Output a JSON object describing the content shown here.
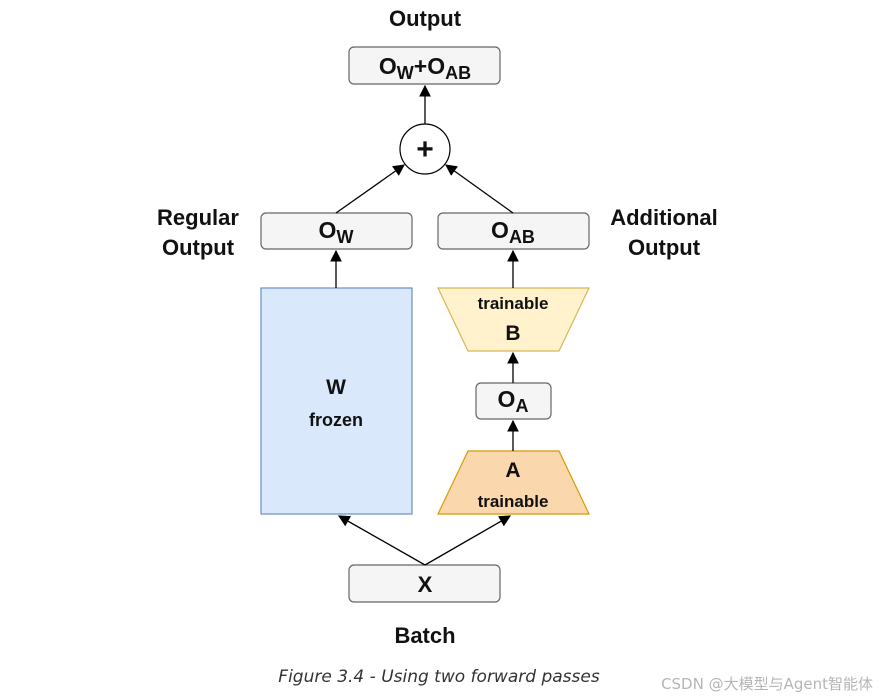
{
  "top_label": "Output",
  "bottom_label": "Batch",
  "caption": "Figure 3.4 - Using two forward passes",
  "watermark": "CSDN @大模型与Agent智能体",
  "output_box": {
    "o1": "O",
    "s1": "W",
    "plus": "+",
    "o2": "O",
    "s2": "AB"
  },
  "sum_symbol": "+",
  "regular": {
    "label_line1": "Regular",
    "label_line2": "Output",
    "o": "O",
    "sub": "W"
  },
  "additional": {
    "label_line1": "Additional",
    "label_line2": "Output",
    "o": "O",
    "sub": "AB"
  },
  "w_block": {
    "title": "W",
    "subtitle": "frozen"
  },
  "b_block": {
    "top": "trainable",
    "letter": "B"
  },
  "oa_box": {
    "o": "O",
    "sub": "A"
  },
  "a_block": {
    "letter": "A",
    "bottom": "trainable"
  },
  "input_box": {
    "text": "X"
  },
  "colors": {
    "box_fill": "#f5f5f5",
    "box_stroke": "#666666",
    "w_fill": "#dae8fc",
    "w_stroke": "#6c8ebf",
    "b_fill": "#fff2cc",
    "b_stroke": "#d6b656",
    "a_fill": "#fad7ac",
    "a_stroke": "#d79b00"
  }
}
